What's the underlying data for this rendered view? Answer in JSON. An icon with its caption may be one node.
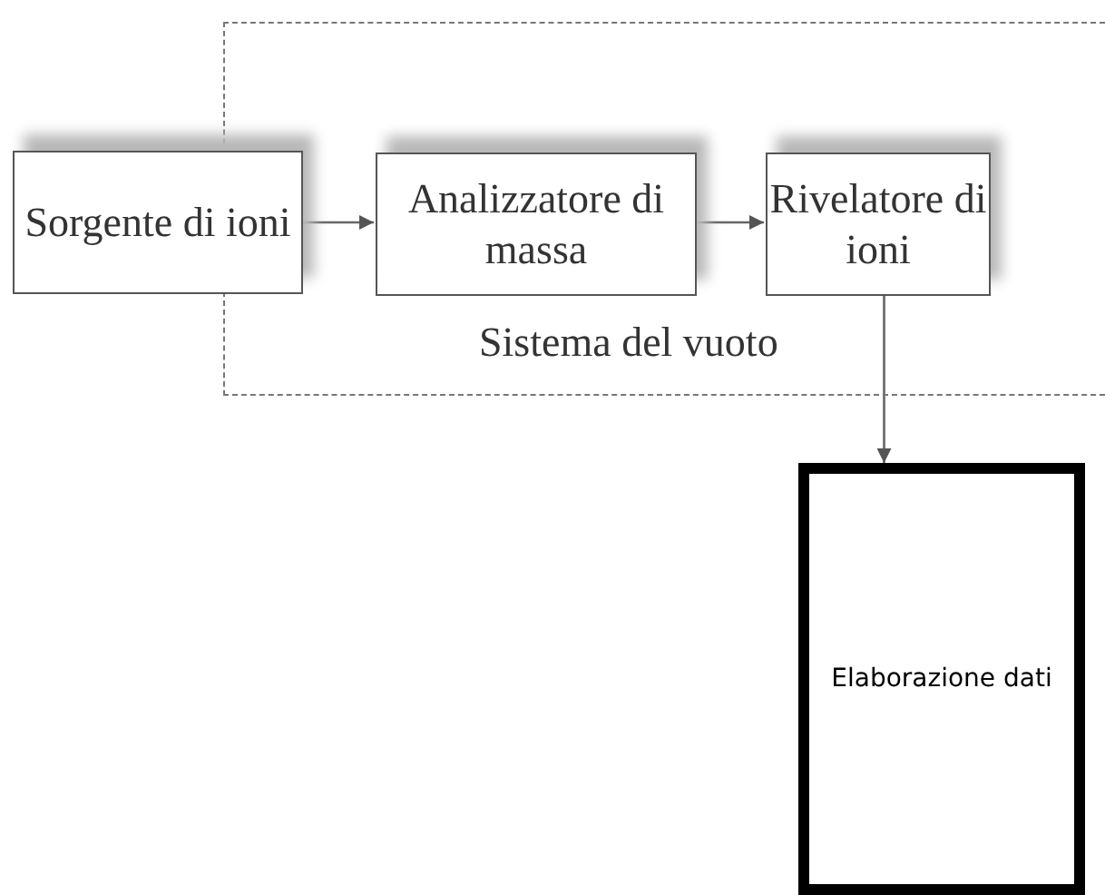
{
  "diagram": {
    "nodes": [
      {
        "text": [
          "Sistema del vuoto"
        ]
      },
      {
        "text": [
          "Sorgente di ioni"
        ]
      },
      {
        "text": [
          "Analizzatore di massa"
        ],
        "in": 0
      },
      {
        "text": [
          "Rivelatore di ioni"
        ],
        "in": 0
      },
      {
        "text": [
          "Elaborazione dati"
        ]
      }
    ],
    "edges": [
      {
        "from": 1,
        "to": 2,
        "arrow": "to"
      },
      {
        "from": 2,
        "to": 3,
        "arrow": "to"
      },
      {
        "from": 3,
        "to": 4,
        "arrow": "to"
      }
    ]
  }
}
